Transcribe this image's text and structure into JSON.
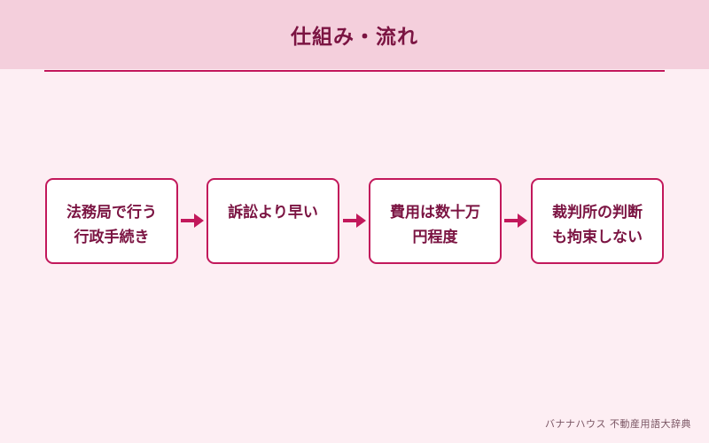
{
  "title": "仕組み・流れ",
  "steps": [
    {
      "label": "法務局で行う\n行政手続き"
    },
    {
      "label": "訴訟より早い"
    },
    {
      "label": "費用は数十万\n円程度"
    },
    {
      "label": "裁判所の判断\nも拘束しない"
    }
  ],
  "footer": "バナナハウス 不動産用語大辞典",
  "colors": {
    "accent": "#c2185b",
    "text": "#7b1442",
    "header_bg": "#f4cfdc",
    "page_bg": "#fdeef3"
  }
}
